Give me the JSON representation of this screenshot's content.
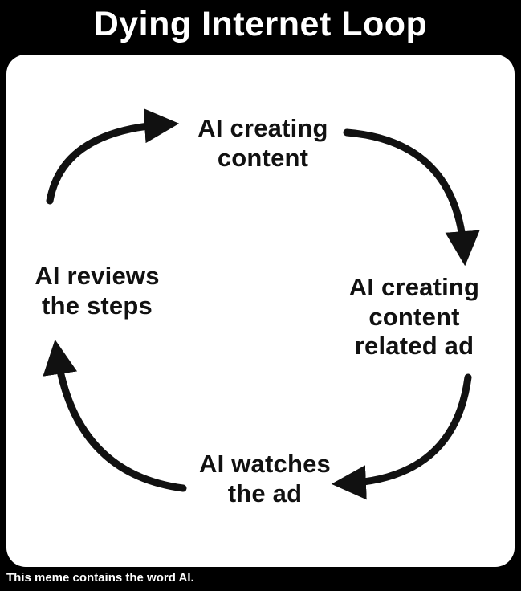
{
  "title": "Dying Internet Loop",
  "caption": "This meme contains the word AI.",
  "diagram": {
    "type": "cycle",
    "nodes": [
      {
        "id": "top",
        "label": "AI creating\ncontent"
      },
      {
        "id": "right",
        "label": "AI creating\ncontent\nrelated ad"
      },
      {
        "id": "bottom",
        "label": "AI watches\nthe ad"
      },
      {
        "id": "left",
        "label": "AI reviews\nthe steps"
      }
    ],
    "edges": [
      {
        "from": "top",
        "to": "right"
      },
      {
        "from": "right",
        "to": "bottom"
      },
      {
        "from": "bottom",
        "to": "left"
      },
      {
        "from": "left",
        "to": "top"
      }
    ]
  },
  "colors": {
    "background": "#000000",
    "card": "#ffffff",
    "ink": "#111111",
    "title_text": "#ffffff"
  }
}
